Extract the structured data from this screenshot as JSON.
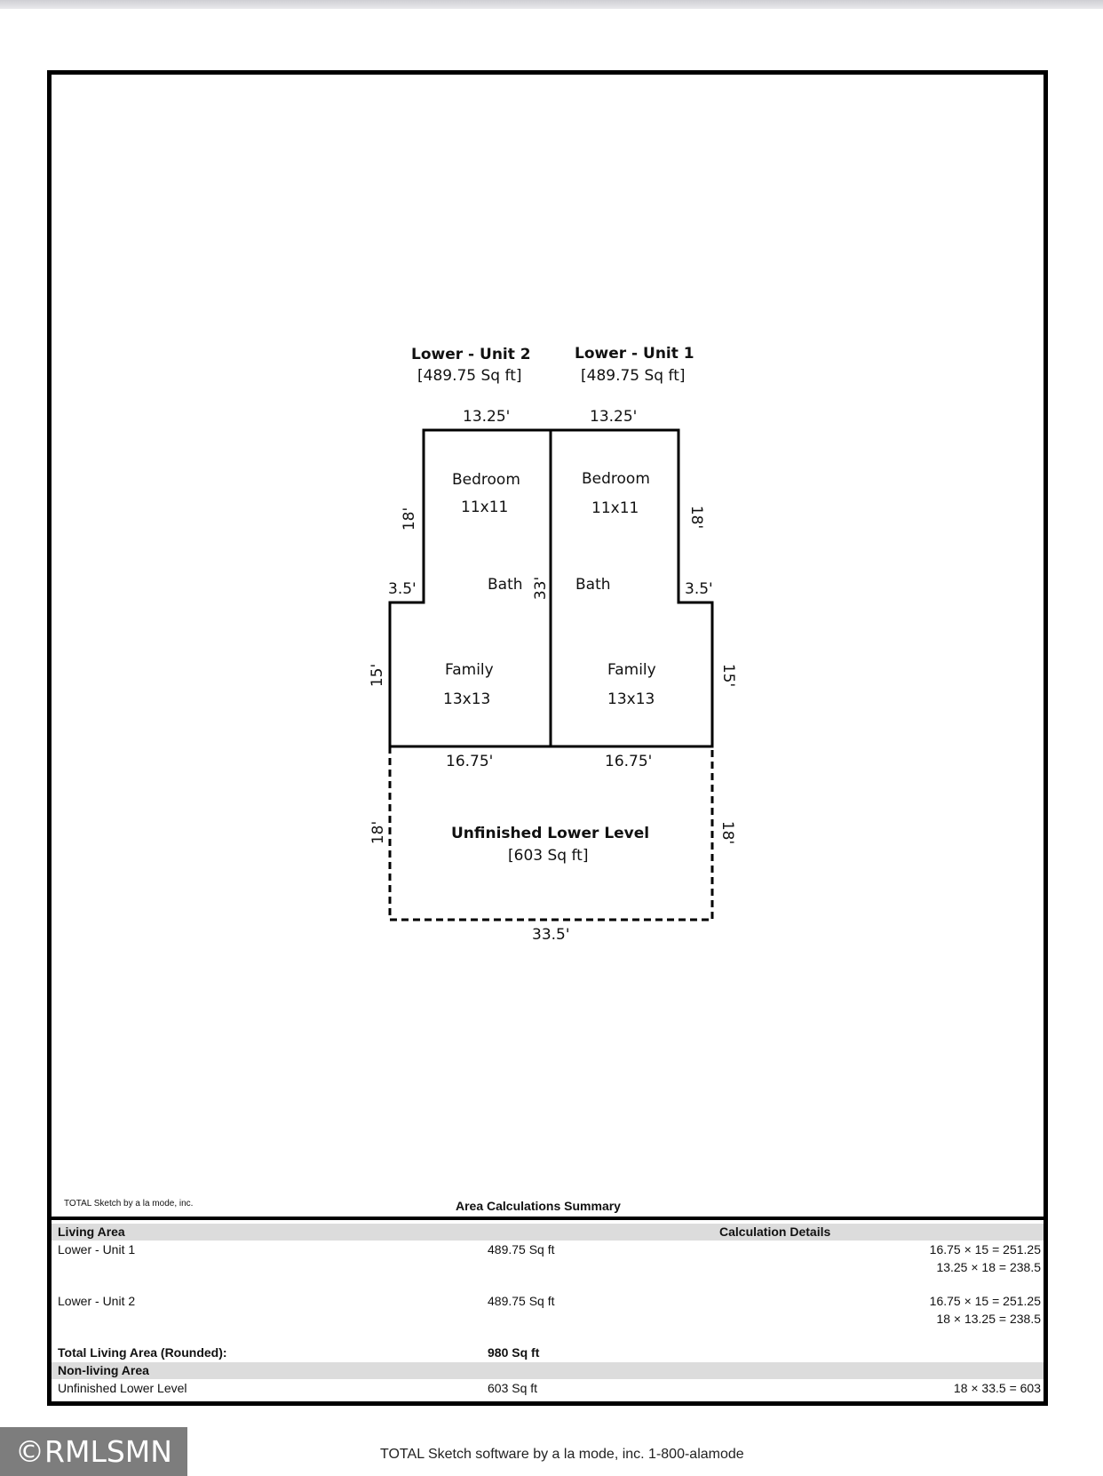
{
  "units": {
    "unit2": {
      "title": "Lower - Unit 2",
      "area": "[489.75 Sq ft]"
    },
    "unit1": {
      "title": "Lower - Unit 1",
      "area": "[489.75 Sq ft]"
    }
  },
  "rooms": {
    "bedroom_left": {
      "name": "Bedroom",
      "size": "11x11"
    },
    "bedroom_right": {
      "name": "Bedroom",
      "size": "11x11"
    },
    "bath_left": "Bath",
    "bath_right": "Bath",
    "family_left": {
      "name": "Family",
      "size": "13x13"
    },
    "family_right": {
      "name": "Family",
      "size": "13x13"
    }
  },
  "dimensions": {
    "top_left": "13.25'",
    "top_right": "13.25'",
    "left_upper": "18'",
    "right_upper": "18'",
    "step_left": "3.5'",
    "step_right": "3.5'",
    "center": "33'",
    "left_lower": "15'",
    "right_lower": "15'",
    "mid_left": "16.75'",
    "mid_right": "16.75'",
    "unf_left": "18'",
    "unf_right": "18'",
    "bottom": "33.5'"
  },
  "unfinished": {
    "title": "Unfinished Lower Level",
    "area": "[603 Sq ft]"
  },
  "sketch_credit": "TOTAL Sketch by a la mode, inc.",
  "summary": {
    "title": "Area Calculations Summary",
    "living_header": "Living Area",
    "details_header": "Calculation Details",
    "rows": [
      {
        "name": "Lower - Unit 1",
        "area": "489.75 Sq ft",
        "calc1": "16.75 × 15  =  251.25",
        "calc2": "13.25 × 18  =    238.5"
      },
      {
        "name": "Lower - Unit 2",
        "area": "489.75 Sq ft",
        "calc1": "16.75 × 15  =  251.25",
        "calc2": "18 × 13.25  =    238.5"
      }
    ],
    "total_label": "Total Living Area (Rounded):",
    "total_value": "980 Sq ft",
    "nonliving_header": "Non-living Area",
    "nonliving": {
      "name": "Unfinished Lower Level",
      "area": "603 Sq ft",
      "calc": "18 × 33.5     =         603"
    }
  },
  "watermark": "©RMLSMN",
  "footer": "TOTAL Sketch software by a la mode, inc. 1-800-alamode"
}
